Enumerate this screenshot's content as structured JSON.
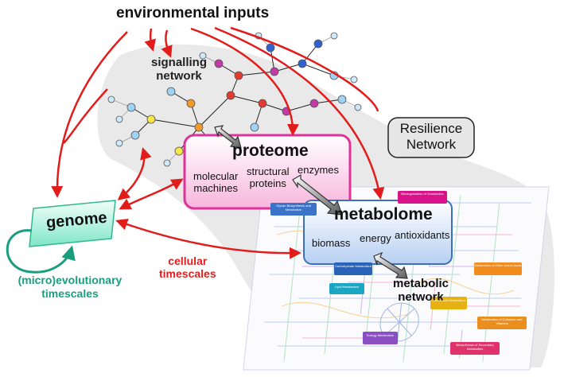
{
  "labels": {
    "environmental_inputs": "environmental inputs",
    "signalling_network_line1": "signalling",
    "signalling_network_line2": "network",
    "resilience_line1": "Resilience",
    "resilience_line2": "Network",
    "proteome": {
      "title": "proteome",
      "item1_line1": "molecular",
      "item1_line2": "machines",
      "item2_line1": "structural",
      "item2_line2": "proteins",
      "item3": "enzymes"
    },
    "metabolome": {
      "title": "metabolome",
      "item1": "biomass",
      "item2": "energy",
      "item3": "antioxidants"
    },
    "genome": "genome",
    "cellular_line1": "cellular",
    "cellular_line2": "timescales",
    "evo_line1": "(micro)evolutionary",
    "evo_line2": "timescales",
    "metabolic_network_line1": "metabolic",
    "metabolic_network_line2": "network"
  },
  "pathway_tags": [
    "Biodegradation of Xenobiotics",
    "Glycan Biosynthesis and Metabolism",
    "Carbohydrate Metabolism",
    "Metabolism of Other Amino Acids",
    "Lipid Metabolism",
    "Amino Acid Metabolism",
    "Metabolism of Cofactors and Vitamins",
    "Energy Metabolism",
    "Biosynthesis of Secondary Metabolites"
  ],
  "colors": {
    "arrow_red": "#e21b1b",
    "genome_teal": "#1a9e7d",
    "proteome_pink": "#e0329a",
    "metabolome_blue": "#3a6fc4",
    "cellular_text": "#e01f1f",
    "evo_text": "#1a9e7d"
  }
}
